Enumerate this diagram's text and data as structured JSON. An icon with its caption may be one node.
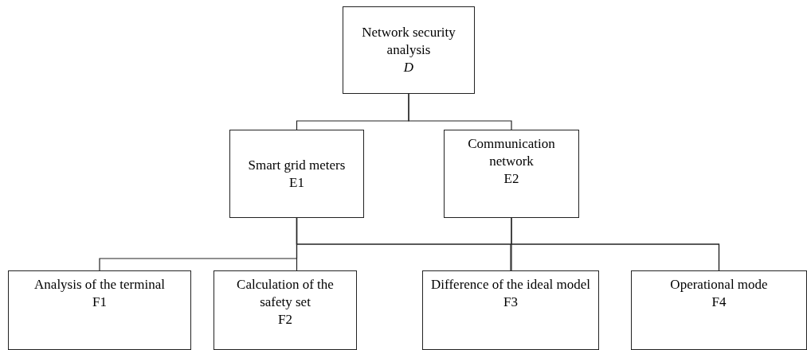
{
  "diagram": {
    "nodes": [
      {
        "text": [
          "Network security analysis",
          "*D*"
        ]
      },
      {
        "text": [
          "Smart grid meters",
          "E1"
        ]
      },
      {
        "text": [
          "Communication network",
          "E2"
        ]
      },
      {
        "text": [
          "Analysis of the terminal",
          "F1"
        ]
      },
      {
        "text": [
          "Calculation of the safety set",
          "F2"
        ]
      },
      {
        "text": [
          "Difference of the ideal model",
          "F3"
        ]
      },
      {
        "text": [
          "Operational mode",
          "F4"
        ]
      }
    ],
    "edges": [
      {
        "from": 0,
        "to": 1,
        "arrow": "none"
      },
      {
        "from": 0,
        "to": 2,
        "arrow": "none"
      },
      {
        "from": 1,
        "to": 3,
        "arrow": "none"
      },
      {
        "from": 1,
        "to": 4,
        "arrow": "none"
      },
      {
        "from": 1,
        "to": 5,
        "arrow": "none"
      },
      {
        "from": 1,
        "to": 6,
        "arrow": "none"
      },
      {
        "from": 2,
        "to": 5,
        "arrow": "none"
      },
      {
        "from": 2,
        "to": 6,
        "arrow": "none"
      }
    ]
  }
}
